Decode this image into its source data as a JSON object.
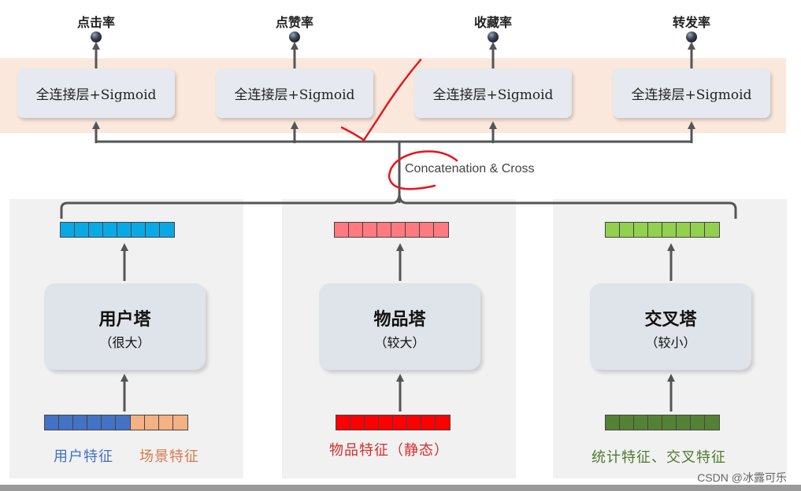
{
  "targets": [
    {
      "label": "点击率"
    },
    {
      "label": "点赞率"
    },
    {
      "label": "收藏率"
    },
    {
      "label": "转发率"
    }
  ],
  "fc_layer_label": "全连接层+Sigmoid",
  "concat_label": "Concatenation & Cross",
  "towers": [
    {
      "title": "用户塔",
      "subtitle": "（很大）",
      "out_color": "#0aa9e6",
      "inputs": [
        {
          "text": "用户特征",
          "color": "#3f6fc4",
          "cells": 6,
          "cell_color": "#4472c4"
        },
        {
          "text": "场景特征",
          "color": "#d8794a",
          "cells": 4,
          "cell_color": "#f4b183"
        }
      ]
    },
    {
      "title": "物品塔",
      "subtitle": "（较大）",
      "out_color": "#ff7a7e",
      "inputs": [
        {
          "text": "物品特征（静态）",
          "color": "#d62c2c",
          "cells": 8,
          "cell_color": "#ff0000"
        }
      ]
    },
    {
      "title": "交叉塔",
      "subtitle": "（较小）",
      "out_color": "#92d050",
      "inputs": [
        {
          "text": "统计特征、交叉特征",
          "color": "#4e7a2f",
          "cells": 8,
          "cell_color": "#548235"
        }
      ]
    }
  ],
  "watermark": "CSDN @冰露可乐",
  "colors": {
    "band": "#fbe8dc",
    "panel": "#f1f1f1",
    "fc_box": "#e6e9ef",
    "tower_box": "#dfe3ea",
    "line": "#555555",
    "annotation": "#e8141c"
  }
}
